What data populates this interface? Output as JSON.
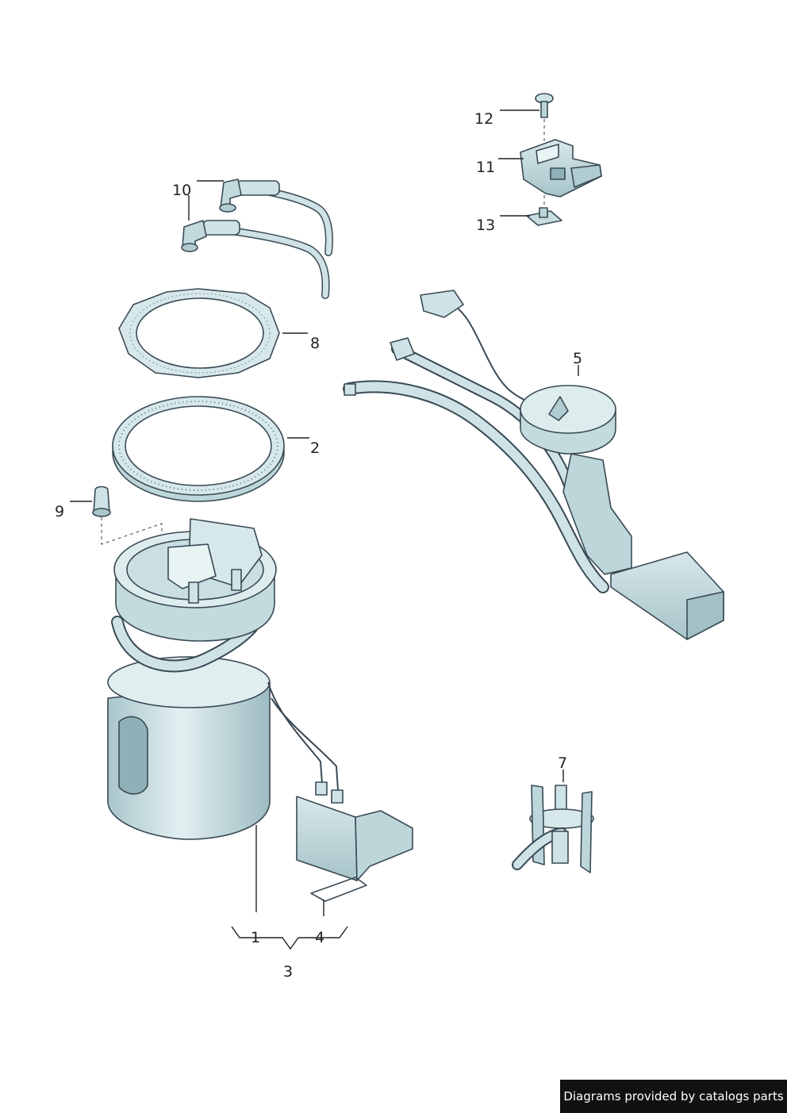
{
  "callouts": {
    "c1": "1",
    "c2": "2",
    "c3": "3",
    "c4": "4",
    "c5": "5",
    "c7": "7",
    "c8": "8",
    "c9": "9",
    "c10": "10",
    "c11": "11",
    "c12": "12",
    "c13": "13"
  },
  "credit": "Diagrams provided by catalogs parts",
  "colors": {
    "part_fill": "#cfe3e6",
    "part_shadow": "#9fbfc4",
    "outline": "#3a4a55",
    "credit_bg": "#111111"
  }
}
